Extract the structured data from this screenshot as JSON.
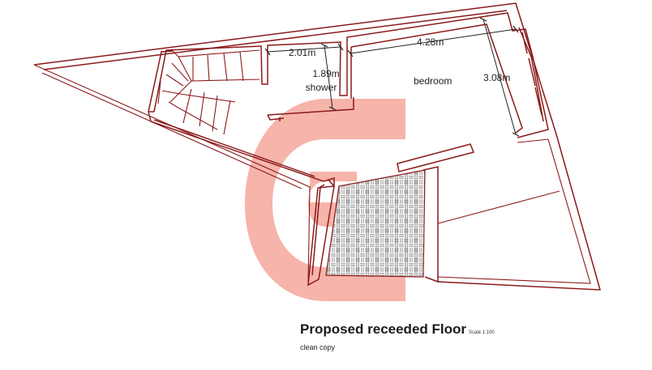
{
  "plan": {
    "title": "Proposed receeded Floor",
    "scale": "Scale 1:100",
    "subtitle": "clean copy",
    "colors": {
      "walls": "#8b1a1a",
      "watermark": "#f4a79c",
      "dimensions": "#222222",
      "background": "#ffffff"
    },
    "rooms": {
      "shower": {
        "name": "shower",
        "width": "2.01m",
        "depth": "1.89m"
      },
      "bedroom": {
        "name": "bedroom",
        "width": "4.28m",
        "depth": "3.08m"
      }
    },
    "watermark": {
      "icon": "stylized-G-logo"
    },
    "terrace": {
      "pattern": "basket-weave paving"
    }
  }
}
